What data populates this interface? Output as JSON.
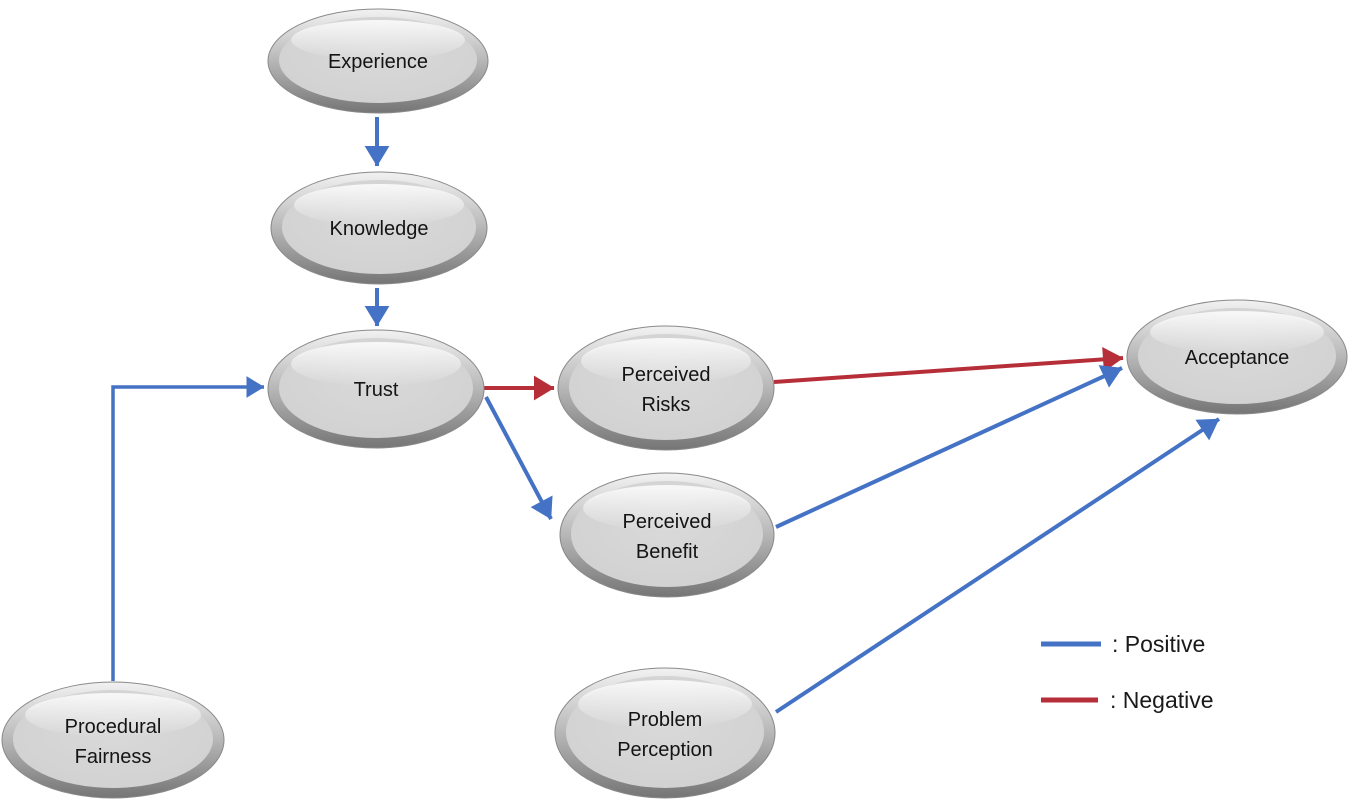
{
  "diagram_type": "concept-model-flowchart",
  "colors": {
    "positive": "#4472C4",
    "negative": "#B52E38",
    "node_fill": "#D2D2D2",
    "node_rim_dark": "#757575",
    "text": "#141414",
    "background": "#FFFFFF"
  },
  "nodes": {
    "experience": {
      "label": "Experience"
    },
    "knowledge": {
      "label": "Knowledge"
    },
    "trust": {
      "label": "Trust"
    },
    "perceived_risks": {
      "line1": "Perceived",
      "line2": "Risks"
    },
    "perceived_benefit": {
      "line1": "Perceived",
      "line2": "Benefit"
    },
    "problem_perception": {
      "line1": "Problem",
      "line2": "Perception"
    },
    "procedural_fairness": {
      "line1": "Procedural",
      "line2": "Fairness"
    },
    "acceptance": {
      "label": "Acceptance"
    }
  },
  "edges": [
    {
      "from": "Experience",
      "to": "Knowledge",
      "polarity": "positive"
    },
    {
      "from": "Knowledge",
      "to": "Trust",
      "polarity": "positive"
    },
    {
      "from": "Procedural Fairness",
      "to": "Trust",
      "polarity": "positive"
    },
    {
      "from": "Trust",
      "to": "Perceived Risks",
      "polarity": "negative"
    },
    {
      "from": "Trust",
      "to": "Perceived Benefit",
      "polarity": "positive"
    },
    {
      "from": "Perceived Risks",
      "to": "Acceptance",
      "polarity": "negative"
    },
    {
      "from": "Perceived Benefit",
      "to": "Acceptance",
      "polarity": "positive"
    },
    {
      "from": "Problem Perception",
      "to": "Acceptance",
      "polarity": "positive"
    }
  ],
  "legend": {
    "positive_label": ": Positive",
    "negative_label": ": Negative"
  }
}
